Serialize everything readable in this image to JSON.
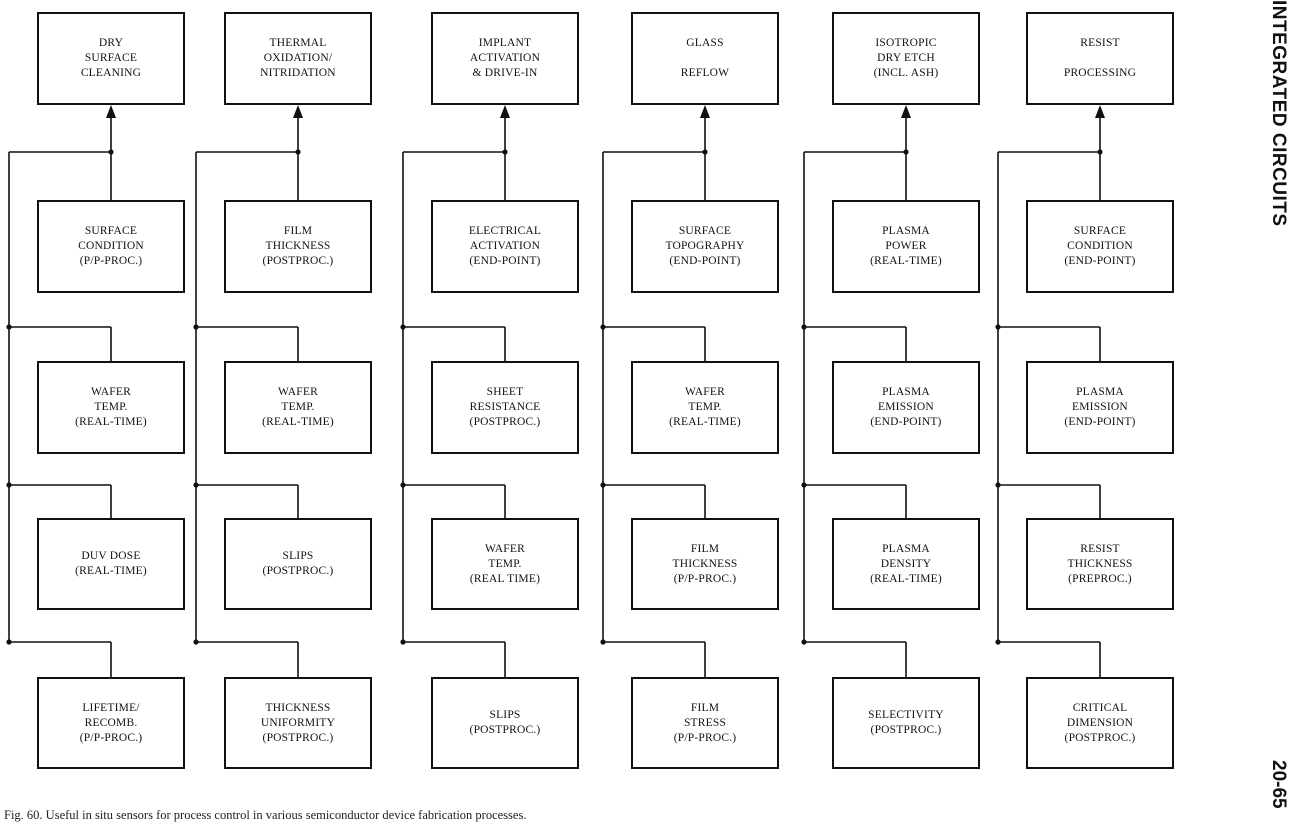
{
  "side_title": "INTEGRATED CIRCUITS",
  "page_number": "20-65",
  "caption": "Fig. 60. Useful in situ sensors for process control in various semiconductor device fabrication processes.",
  "columns": [
    {
      "process": [
        "DRY",
        "SURFACE",
        "CLEANING"
      ],
      "sensors": [
        [
          "SURFACE",
          "CONDITION",
          "(P/P-PROC.)"
        ],
        [
          "WAFER",
          "TEMP.",
          "(REAL-TIME)"
        ],
        [
          "DUV DOSE",
          "(REAL-TIME)"
        ],
        [
          "LIFETIME/",
          "RECOMB.",
          "(P/P-PROC.)"
        ]
      ]
    },
    {
      "process": [
        "THERMAL",
        "OXIDATION/",
        "NITRIDATION"
      ],
      "sensors": [
        [
          "FILM",
          "THICKNESS",
          "(POSTPROC.)"
        ],
        [
          "WAFER",
          "TEMP.",
          "(REAL-TIME)"
        ],
        [
          "SLIPS",
          "(POSTPROC.)"
        ],
        [
          "THICKNESS",
          "UNIFORMITY",
          "(POSTPROC.)"
        ]
      ]
    },
    {
      "process": [
        "IMPLANT",
        "ACTIVATION",
        "& DRIVE-IN"
      ],
      "sensors": [
        [
          "ELECTRICAL",
          "ACTIVATION",
          "(END-POINT)"
        ],
        [
          "SHEET",
          "RESISTANCE",
          "(POSTPROC.)"
        ],
        [
          "WAFER",
          "TEMP.",
          "(REAL TIME)"
        ],
        [
          "SLIPS",
          "(POSTPROC.)"
        ]
      ]
    },
    {
      "process": [
        "GLASS",
        "",
        "REFLOW"
      ],
      "sensors": [
        [
          "SURFACE",
          "TOPOGRAPHY",
          "(END-POINT)"
        ],
        [
          "WAFER",
          "TEMP.",
          "(REAL-TIME)"
        ],
        [
          "FILM",
          "THICKNESS",
          "(P/P-PROC.)"
        ],
        [
          "FILM",
          "STRESS",
          "(P/P-PROC.)"
        ]
      ]
    },
    {
      "process": [
        "ISOTROPIC",
        "DRY ETCH",
        "(INCL. ASH)"
      ],
      "sensors": [
        [
          "PLASMA",
          "POWER",
          "(REAL-TIME)"
        ],
        [
          "PLASMA",
          "EMISSION",
          "(END-POINT)"
        ],
        [
          "PLASMA",
          "DENSITY",
          "(REAL-TIME)"
        ],
        [
          "SELECTIVITY",
          "(POSTPROC.)"
        ]
      ]
    },
    {
      "process": [
        "RESIST",
        "",
        "PROCESSING"
      ],
      "sensors": [
        [
          "SURFACE",
          "CONDITION",
          "(END-POINT)"
        ],
        [
          "PLASMA",
          "EMISSION",
          "(END-POINT)"
        ],
        [
          "RESIST",
          "THICKNESS",
          "(PREPROC.)"
        ],
        [
          "CRITICAL",
          "DIMENSION",
          "(POSTPROC.)"
        ]
      ]
    }
  ]
}
